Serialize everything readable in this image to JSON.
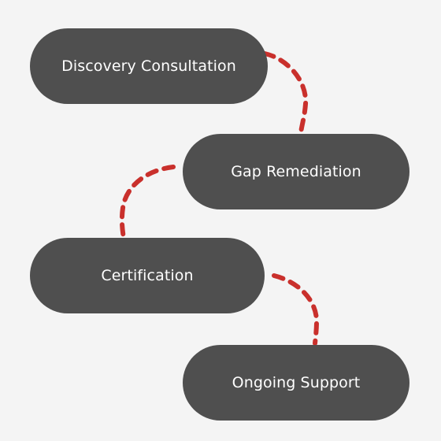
{
  "diagram": {
    "steps": [
      {
        "label": "Discovery Consultation"
      },
      {
        "label": "Gap Remediation"
      },
      {
        "label": "Certification"
      },
      {
        "label": "Ongoing Support"
      }
    ],
    "connector_color": "#c9302c",
    "node_color": "#4f4f4f",
    "text_color": "#ffffff",
    "background_color": "#f4f4f4"
  }
}
